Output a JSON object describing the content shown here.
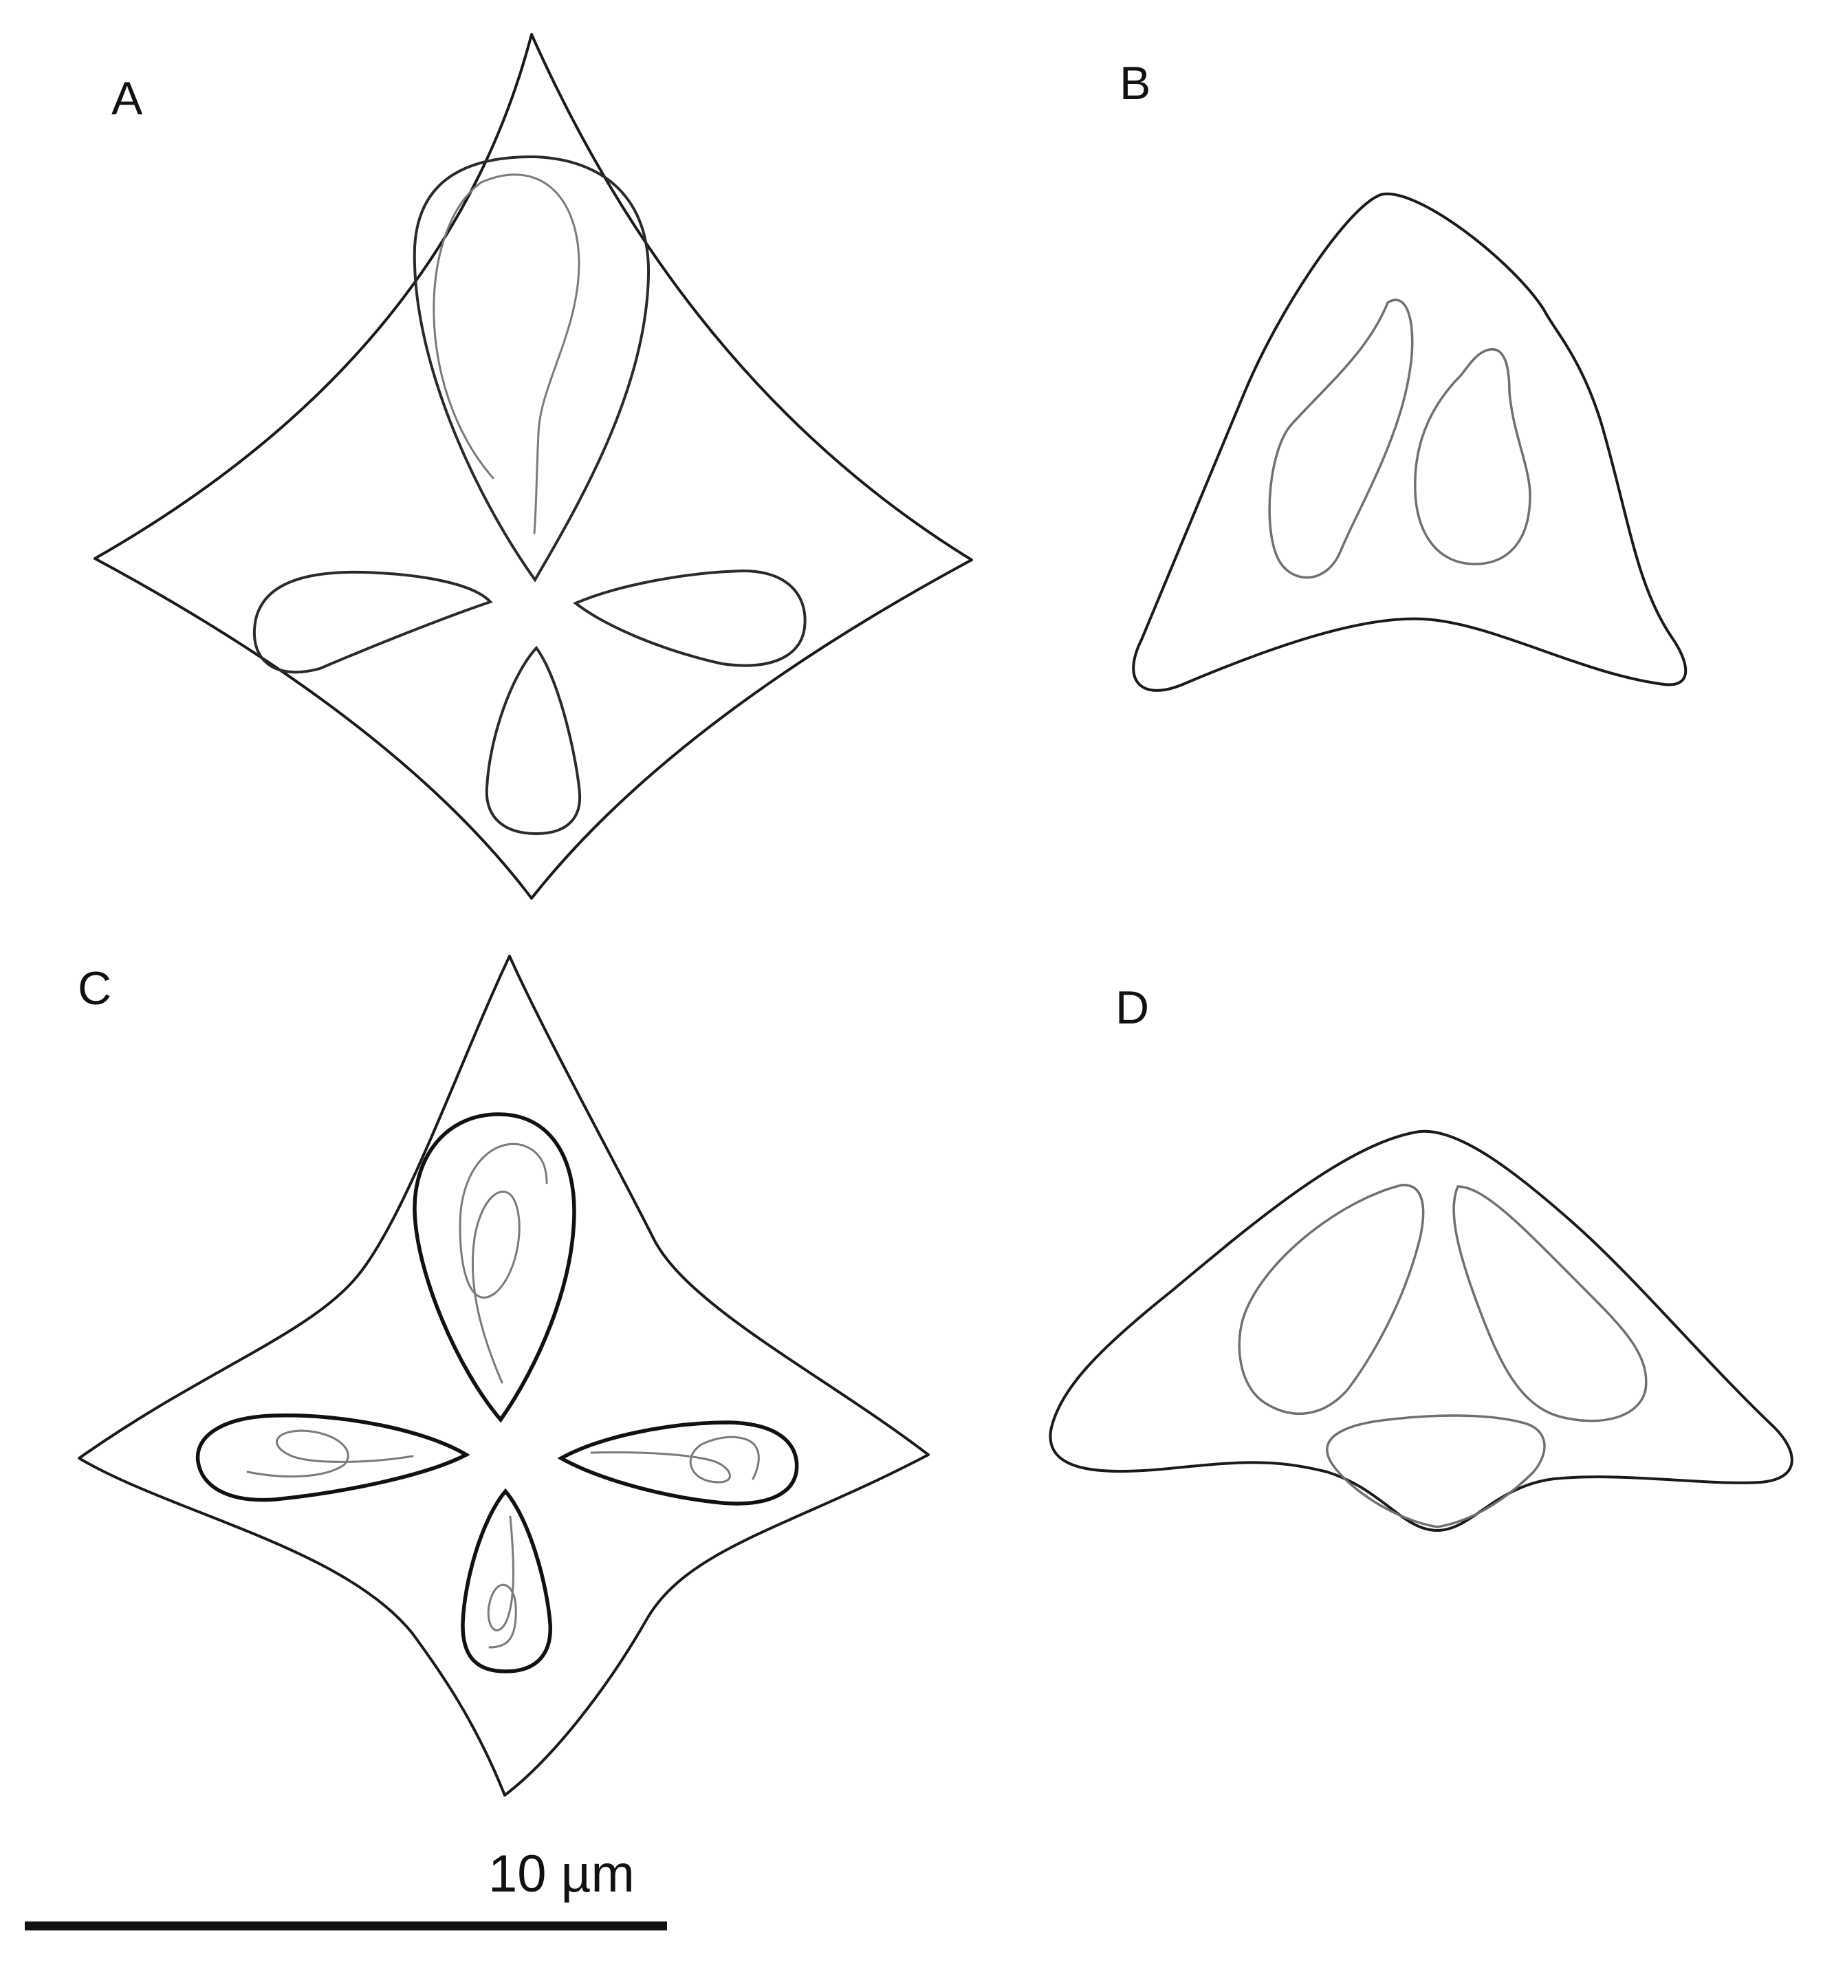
{
  "panels": [
    {
      "label": "A"
    },
    {
      "label": "B"
    },
    {
      "label": "C"
    },
    {
      "label": "D"
    }
  ],
  "scale_bar": {
    "label": "10 µm"
  },
  "colors": {
    "outline": "#1a1a1a",
    "lobe_grey": "#707070",
    "filament": "#7a7a7a"
  }
}
